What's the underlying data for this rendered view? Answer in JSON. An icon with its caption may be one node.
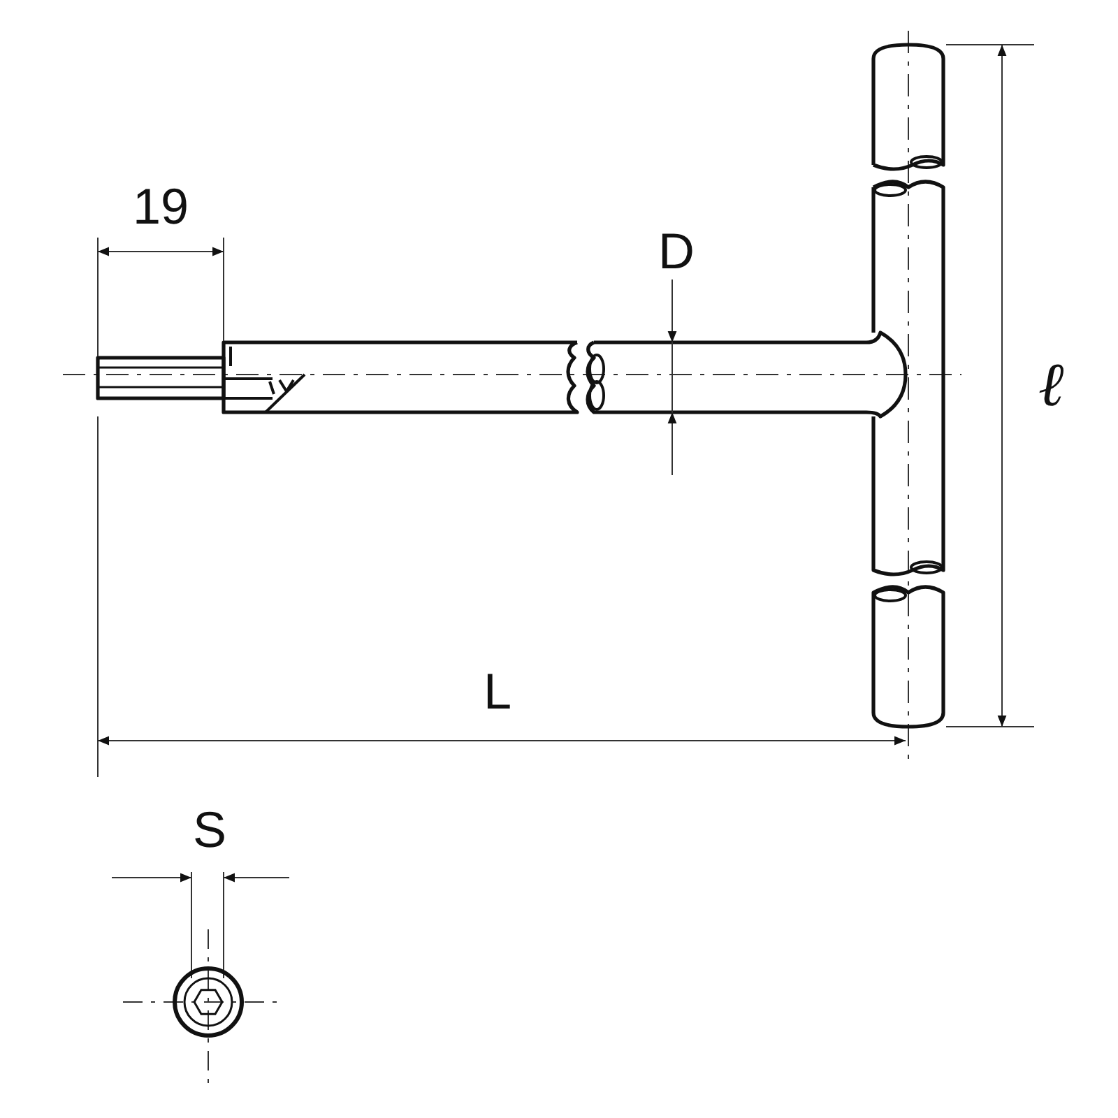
{
  "diagram": {
    "labels": [
      "19",
      "D",
      "ℓ",
      "L",
      "S"
    ]
  }
}
